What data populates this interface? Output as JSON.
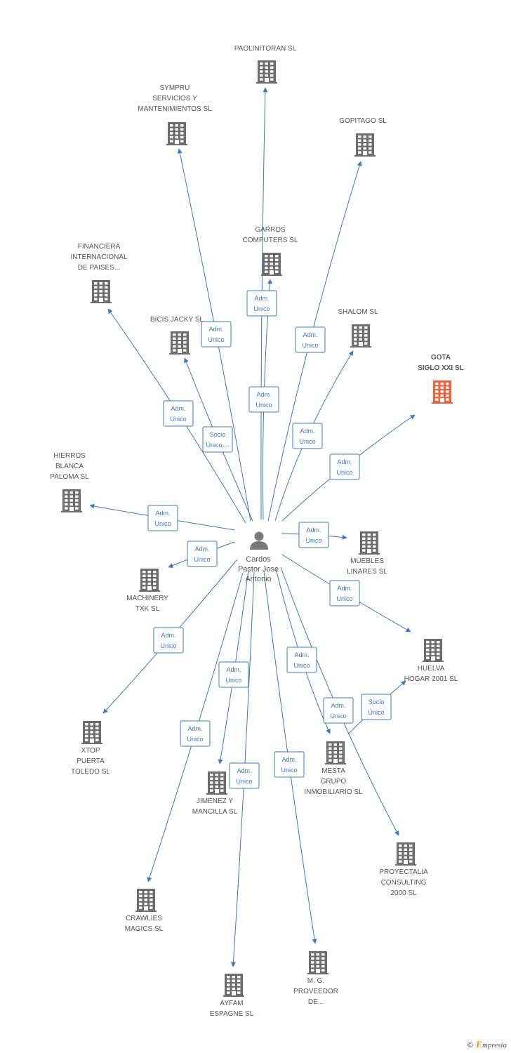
{
  "center": {
    "name_lines": [
      "Cardos",
      "Pastor Jose",
      "Antonio"
    ]
  },
  "companies": [
    {
      "id": "paolinitoran",
      "name_lines": [
        "PAOLINITORAN SL"
      ],
      "highlight": false
    },
    {
      "id": "sympru",
      "name_lines": [
        "SYMPRU",
        "SERVICIOS Y",
        "MANTENIMIENTOS SL"
      ],
      "highlight": false
    },
    {
      "id": "gopitago",
      "name_lines": [
        "GOPITAGO SL"
      ],
      "highlight": false
    },
    {
      "id": "garros",
      "name_lines": [
        "GARROS",
        "COMPUTERS SL"
      ],
      "highlight": false
    },
    {
      "id": "financiera",
      "name_lines": [
        "FINANCIERA",
        "INTERNACIONAL",
        "DE PAISES..."
      ],
      "highlight": false
    },
    {
      "id": "bicis",
      "name_lines": [
        "BICIS JACKY SL"
      ],
      "highlight": false
    },
    {
      "id": "shalom",
      "name_lines": [
        "SHALOM SL"
      ],
      "highlight": false
    },
    {
      "id": "gota",
      "name_lines": [
        "GOTA",
        "SIGLO XXI SL"
      ],
      "highlight": true
    },
    {
      "id": "hierros",
      "name_lines": [
        "HIERROS",
        "BLANCA",
        "PALOMA SL"
      ],
      "highlight": false
    },
    {
      "id": "muebles",
      "name_lines": [
        "MUEBLES",
        "LINARES SL"
      ],
      "highlight": false
    },
    {
      "id": "machinery",
      "name_lines": [
        "MACHINERY",
        "TXK SL"
      ],
      "highlight": false
    },
    {
      "id": "huelva",
      "name_lines": [
        "HUELVA",
        "HOGAR 2001 SL"
      ],
      "highlight": false
    },
    {
      "id": "xtop",
      "name_lines": [
        "XTOP",
        "PUERTA",
        "TOLEDO SL"
      ],
      "highlight": false
    },
    {
      "id": "mesta",
      "name_lines": [
        "MESTA",
        "GRUPO",
        "INMOBILIARIO SL"
      ],
      "highlight": false
    },
    {
      "id": "jimenez",
      "name_lines": [
        "JIMENEZ Y",
        "MANCILLA SL"
      ],
      "highlight": false
    },
    {
      "id": "proyectalia",
      "name_lines": [
        "PROYECTALIA",
        "CONSULTING",
        "2000 SL"
      ],
      "highlight": false
    },
    {
      "id": "crawlies",
      "name_lines": [
        "CRAWLIES",
        "MAGICS SL"
      ],
      "highlight": false
    },
    {
      "id": "mg",
      "name_lines": [
        "M. G.",
        "PROVEEDOR",
        "DE..."
      ],
      "highlight": false
    },
    {
      "id": "ayfam",
      "name_lines": [
        "AYFAM",
        "ESPAGNE SL"
      ],
      "highlight": false
    }
  ],
  "edges": [
    {
      "from": "center",
      "to": "paolinitoran",
      "label_lines": [
        "Adm.",
        "Unico"
      ]
    },
    {
      "from": "center",
      "to": "sympru",
      "label_lines": [
        "Adm.",
        "Unico"
      ]
    },
    {
      "from": "center",
      "to": "gopitago",
      "label_lines": [
        "Adm.",
        "Unico"
      ]
    },
    {
      "from": "center",
      "to": "garros",
      "label_lines": [
        "Adm.",
        "Unico"
      ]
    },
    {
      "from": "center",
      "to": "financiera",
      "label_lines": [
        "Adm.",
        "Unico"
      ]
    },
    {
      "from": "center",
      "to": "bicis",
      "label_lines": [
        "Socio",
        "Único,..."
      ]
    },
    {
      "from": "center",
      "to": "shalom",
      "label_lines": [
        "Adm.",
        "Unico"
      ]
    },
    {
      "from": "center",
      "to": "gota",
      "label_lines": [
        "Adm.",
        "Unico"
      ]
    },
    {
      "from": "center",
      "to": "hierros",
      "label_lines": [
        "Adm.",
        "Unico"
      ]
    },
    {
      "from": "center",
      "to": "muebles",
      "label_lines": [
        "Adm.",
        "Unico"
      ]
    },
    {
      "from": "center",
      "to": "machinery",
      "label_lines": [
        "Adm.",
        "Unico"
      ]
    },
    {
      "from": "center",
      "to": "huelva",
      "label_lines": [
        "Adm.",
        "Unico"
      ]
    },
    {
      "from": "center",
      "to": "xtop",
      "label_lines": [
        "Adm.",
        "Unico"
      ]
    },
    {
      "from": "center",
      "to": "mesta",
      "label_lines": [
        "Adm.",
        "Unico"
      ]
    },
    {
      "from": "center",
      "to": "jimenez",
      "label_lines": [
        "Adm.",
        "Unico"
      ]
    },
    {
      "from": "center",
      "to": "proyectalia",
      "label_lines": [
        "Adm.",
        "Unico"
      ]
    },
    {
      "from": "center",
      "to": "crawlies",
      "label_lines": [
        "Adm.",
        "Unico"
      ]
    },
    {
      "from": "center",
      "to": "mg",
      "label_lines": [
        "Adm.",
        "Unico"
      ]
    },
    {
      "from": "center",
      "to": "ayfam",
      "label_lines": [
        "Adm.",
        "Unico"
      ]
    },
    {
      "from": "mesta",
      "to": "huelva",
      "label_lines": [
        "Socio",
        "Único"
      ]
    }
  ],
  "colors": {
    "edge": "#3a78c8",
    "building": "#6d6d6d",
    "building_highlight": "#f0603a",
    "person": "#7a7a7a"
  },
  "footer": {
    "copyright": "©",
    "brand_initial": "E",
    "brand_rest": "mpresia"
  }
}
